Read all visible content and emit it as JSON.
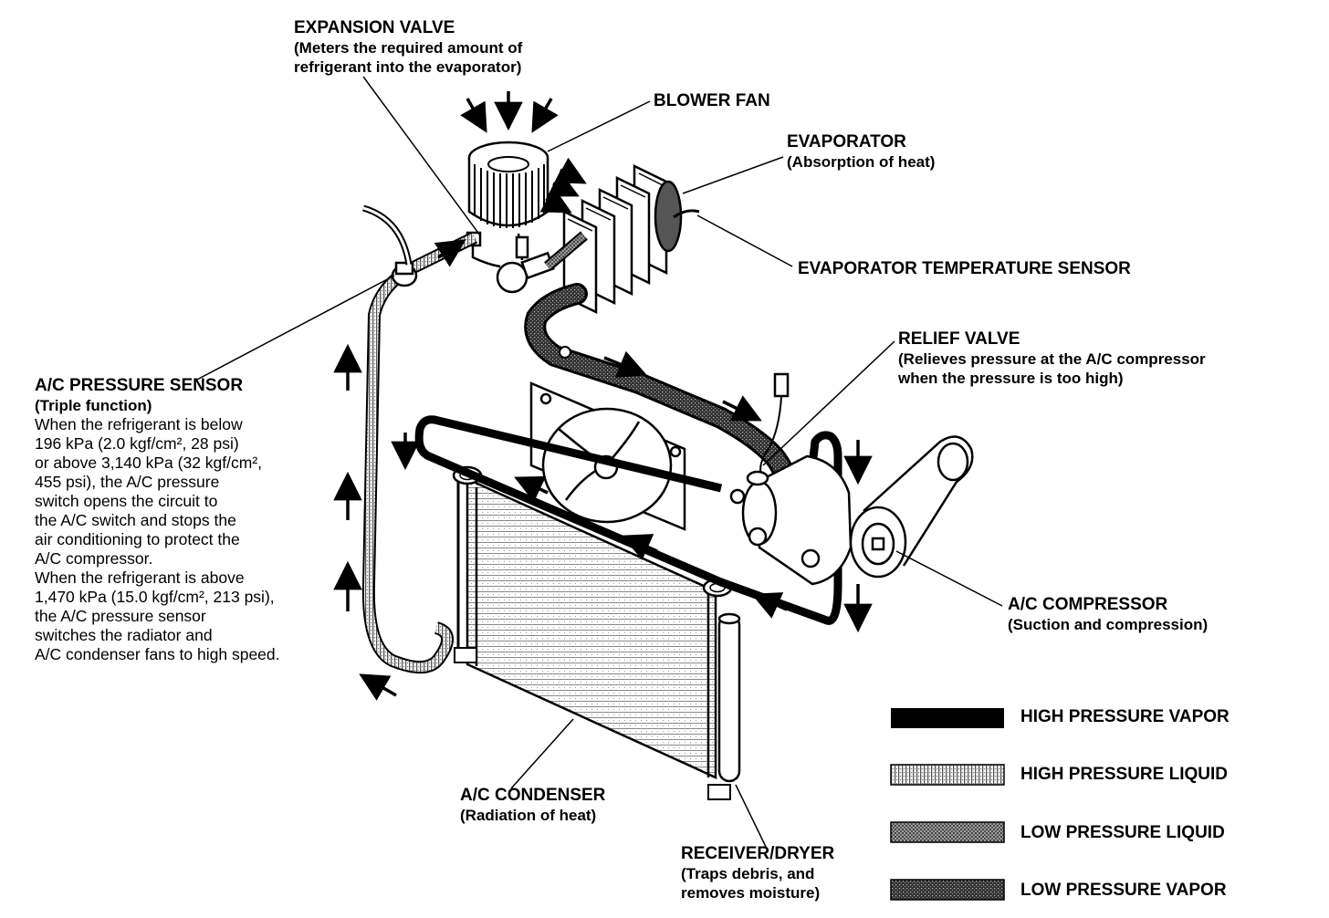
{
  "labels": {
    "expansion_valve": {
      "title": "EXPANSION VALVE",
      "line1": "(Meters the required amount of",
      "line2": "refrigerant into the evaporator)"
    },
    "blower_fan": {
      "title": "BLOWER FAN"
    },
    "evaporator": {
      "title": "EVAPORATOR",
      "sub": "(Absorption of heat)"
    },
    "evap_temp_sensor": {
      "title": "EVAPORATOR TEMPERATURE SENSOR"
    },
    "relief_valve": {
      "title": "RELIEF VALVE",
      "line1": "(Relieves pressure at the A/C compressor",
      "line2": "when the pressure is too high)"
    },
    "pressure_sensor": {
      "title": "A/C PRESSURE SENSOR",
      "sub": "(Triple function)",
      "lines": [
        "When the refrigerant is below",
        "196 kPa (2.0 kgf/cm², 28 psi)",
        "or above 3,140 kPa (32 kgf/cm²,",
        "455 psi), the A/C pressure",
        "switch opens the circuit to",
        "the A/C switch and stops the",
        "air conditioning to protect the",
        "A/C compressor.",
        "When the refrigerant is above",
        "1,470 kPa (15.0 kgf/cm², 213 psi),",
        "the A/C pressure sensor",
        "switches the radiator and",
        "A/C condenser fans to high speed."
      ]
    },
    "compressor": {
      "title": "A/C COMPRESSOR",
      "sub": "(Suction and compression)"
    },
    "condenser": {
      "title": "A/C CONDENSER",
      "sub": "(Radiation of heat)"
    },
    "receiver_dryer": {
      "title": "RECEIVER/DRYER",
      "line1": "(Traps debris, and",
      "line2": "removes moisture)"
    }
  },
  "legend": [
    {
      "label": "HIGH PRESSURE VAPOR",
      "pattern": "solid-black"
    },
    {
      "label": "HIGH PRESSURE LIQUID",
      "pattern": "light-stipple"
    },
    {
      "label": "LOW PRESSURE LIQUID",
      "pattern": "medium-stipple"
    },
    {
      "label": "LOW PRESSURE VAPOR",
      "pattern": "dark-stipple"
    }
  ],
  "colors": {
    "ink": "#000000",
    "paper": "#ffffff"
  }
}
